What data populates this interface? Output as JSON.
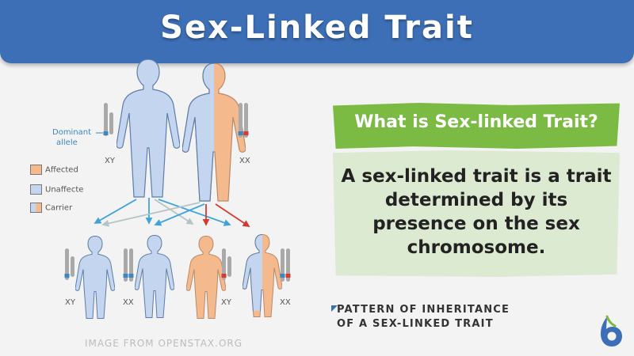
{
  "banner": {
    "title": "Sex-Linked Trait"
  },
  "diagram": {
    "dominant_allele_line1": "Dominant",
    "dominant_allele_line2": "allele",
    "legend": [
      {
        "label": "Affected",
        "color": "#f4b98d"
      },
      {
        "label": "Unaffecte",
        "color": "#c4d6ef"
      },
      {
        "label": "Carrier",
        "color": "#f4b98d"
      }
    ],
    "parents": {
      "father_karyotype": "XY",
      "mother_karyotype": "XX"
    },
    "children": [
      "XY",
      "XX",
      "XY",
      "XX"
    ],
    "credit": "IMAGE FROM OPENSTAX.ORG"
  },
  "definition": {
    "question": "What is Sex-linked Trait?",
    "answer": "A sex-linked trait is a trait determined by its presence on the sex chromosome."
  },
  "caption": {
    "line1": "PATTERN OF INHERITANCE",
    "line2": "OF A SEX-LINKED TRAIT"
  },
  "colors": {
    "banner": "#3d6fb6",
    "question_box": "#7bbb43",
    "answer_box": "#dcead1",
    "unaffected": "#c4d6ef",
    "affected": "#f4b98d",
    "arrow_blue": "#3fa3dd",
    "arrow_red": "#d63a32",
    "arrow_gray": "#b5c5c5"
  }
}
